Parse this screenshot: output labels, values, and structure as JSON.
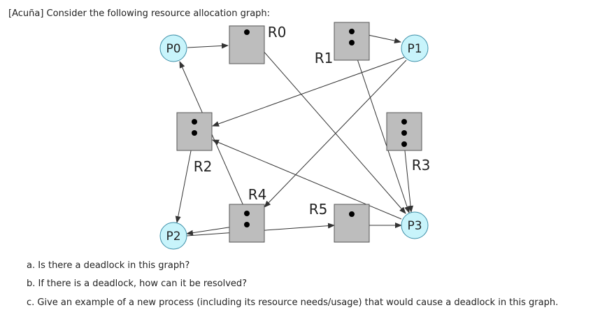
{
  "header": "[Acuña] Consider the following resource allocation graph:",
  "processes": [
    {
      "id": "P0",
      "label": "P0"
    },
    {
      "id": "P1",
      "label": "P1"
    },
    {
      "id": "P2",
      "label": "P2"
    },
    {
      "id": "P3",
      "label": "P3"
    }
  ],
  "resources": [
    {
      "id": "R0",
      "label": "R0",
      "instances": 1
    },
    {
      "id": "R1",
      "label": "R1",
      "instances": 2
    },
    {
      "id": "R2",
      "label": "R2",
      "instances": 2
    },
    {
      "id": "R3",
      "label": "R3",
      "instances": 3
    },
    {
      "id": "R4",
      "label": "R4",
      "instances": 2
    },
    {
      "id": "R5",
      "label": "R5",
      "instances": 1
    }
  ],
  "edges": [
    {
      "from": "P0",
      "to": "R0"
    },
    {
      "from": "R1",
      "to": "P1"
    },
    {
      "from": "R0",
      "to": "P3"
    },
    {
      "from": "R1",
      "to": "P3"
    },
    {
      "from": "P1",
      "to": "R2"
    },
    {
      "from": "P1",
      "to": "R4"
    },
    {
      "from": "R4",
      "to": "P0"
    },
    {
      "from": "R2",
      "to": "P2"
    },
    {
      "from": "P3",
      "to": "R2"
    },
    {
      "from": "R3",
      "to": "P3"
    },
    {
      "from": "R4",
      "to": "P2"
    },
    {
      "from": "P2",
      "to": "R5"
    },
    {
      "from": "R5",
      "to": "P3"
    }
  ],
  "colors": {
    "process_fill": "#c8f4fb",
    "process_stroke": "#3d8fa8",
    "resource_fill": "#bdbdbd",
    "resource_stroke": "#555555",
    "edge": "#333333"
  },
  "questions": {
    "a": "a. Is there a deadlock in this graph?",
    "b": "b. If there is a deadlock, how can it be resolved?",
    "c": "c. Give an example of a new process (including its resource needs/usage) that would cause a deadlock in this graph."
  }
}
